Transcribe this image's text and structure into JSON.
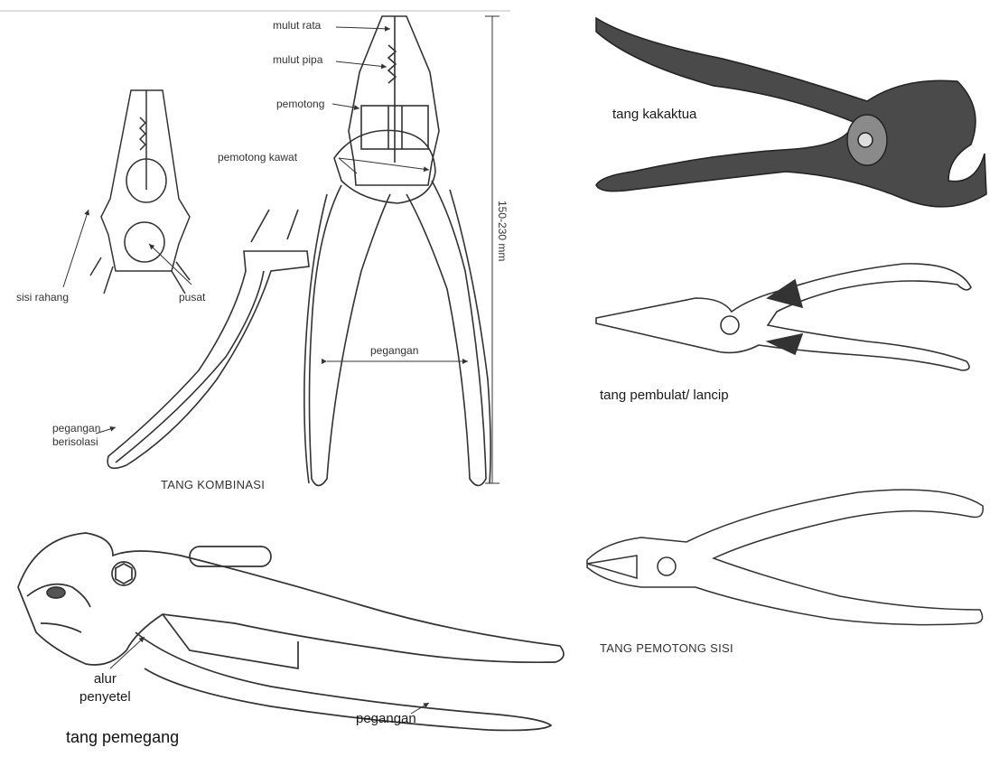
{
  "combination_pliers": {
    "caption": "TANG KOMBINASI",
    "labels": {
      "flat_jaw": "mulut rata",
      "pipe_jaw": "mulut pipa",
      "cutter": "pemotong",
      "wire_cutter": "pemotong kawat",
      "jaw_side": "sisi rahang",
      "center": "pusat",
      "handle": "pegangan",
      "insulated_handle": "pegangan\nberisolasi",
      "length": "150-230 mm"
    }
  },
  "pincer_pliers": {
    "caption": "tang kakaktua"
  },
  "round_nose_pliers": {
    "caption": "tang pembulat/ lancip"
  },
  "side_cutters": {
    "caption": "TANG PEMOTONG SISI"
  },
  "slip_joint_pliers": {
    "caption": "tang pemegang",
    "labels": {
      "adjust_groove": "alur\npenyetel",
      "handle": "pegangan"
    }
  }
}
